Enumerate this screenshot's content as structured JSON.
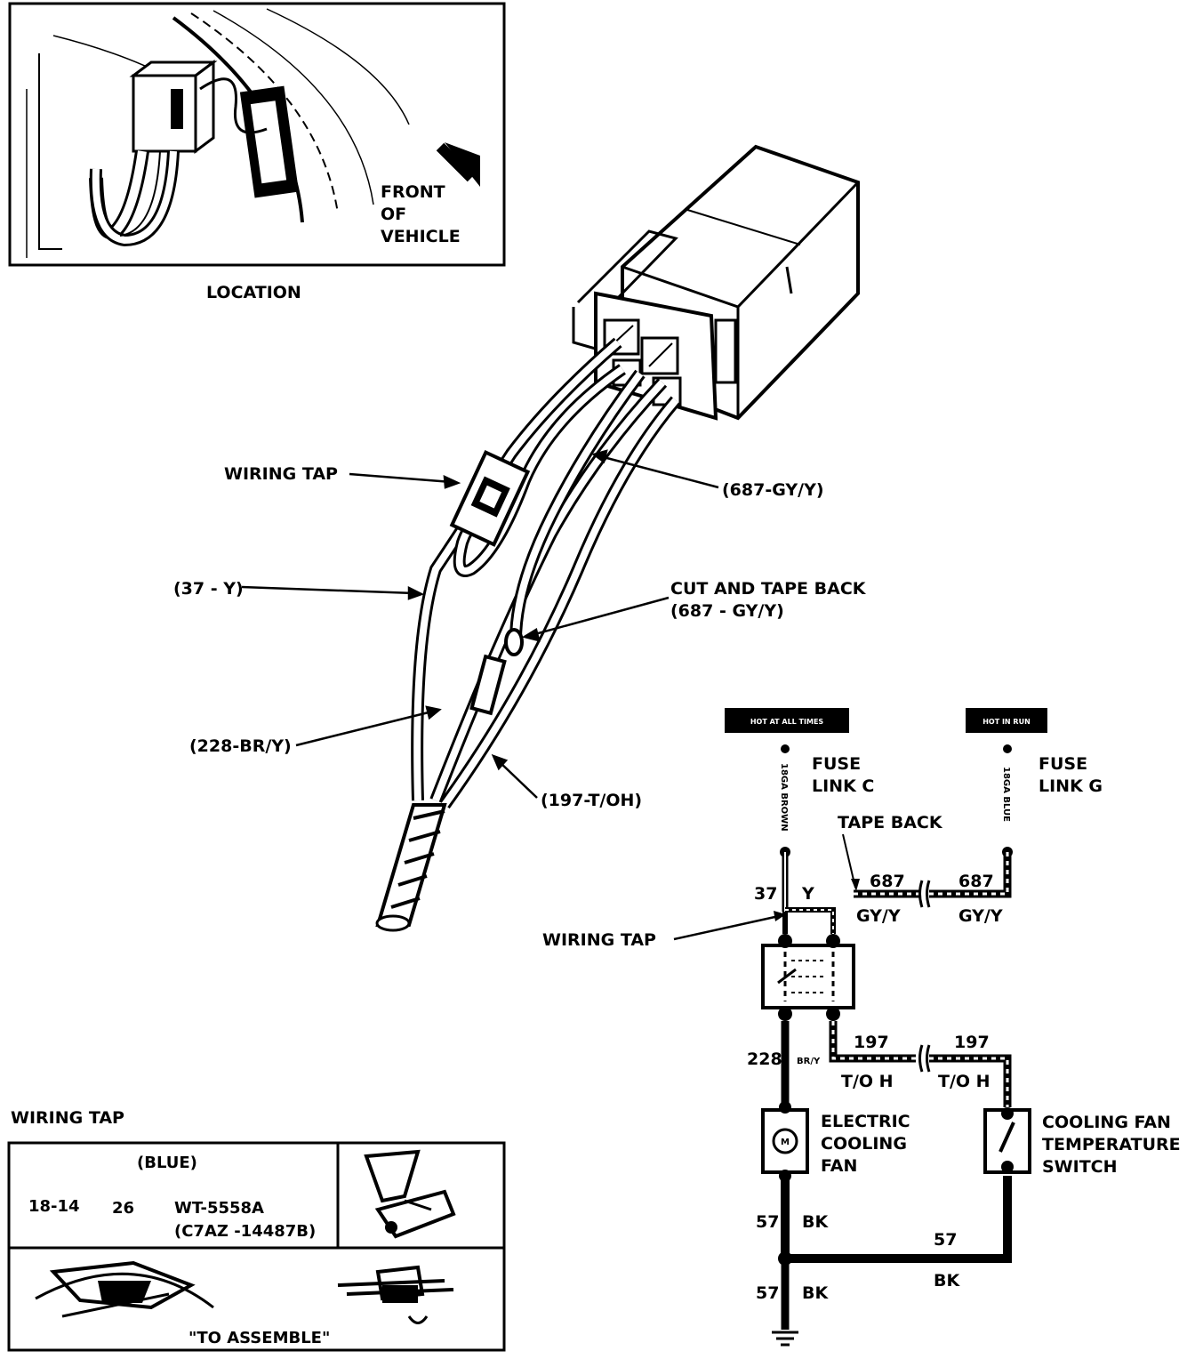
{
  "location_inset": {
    "front_label_1": "FRONT",
    "front_label_2": "OF",
    "front_label_3": "VEHICLE",
    "caption": "LOCATION"
  },
  "callouts": {
    "wiring_tap": "WIRING TAP",
    "wire_687_top": "(687-GY/Y)",
    "wire_37": "(37 - Y)",
    "cut_tape_1": "CUT AND TAPE BACK",
    "cut_tape_2": "(687 - GY/Y)",
    "wire_228": "(228-BR/Y)",
    "wire_197": "(197-T/OH)"
  },
  "schematic": {
    "tag_left": "HOT AT ALL TIMES",
    "tag_right": "HOT IN RUN",
    "fuse_c_1": "FUSE",
    "fuse_c_2": "LINK C",
    "fuse_g_1": "FUSE",
    "fuse_g_2": "LINK G",
    "wire_left_vertical": "18GA BROWN",
    "wire_right_vertical": "18GA BLUE",
    "tape_back": "TAPE BACK",
    "circuit_687_a": "687",
    "circuit_687_b": "687",
    "color_gyy_a": "GY/Y",
    "color_gyy_b": "GY/Y",
    "circuit_37": "37",
    "color_y": "Y",
    "wiring_tap": "WIRING TAP",
    "circuit_228": "228",
    "color_bry": "BR/Y",
    "circuit_197_a": "197",
    "circuit_197_b": "197",
    "color_toh_a": "T/O  H",
    "color_toh_b": "T/O  H",
    "fan_1": "ELECTRIC",
    "fan_2": "COOLING",
    "fan_3": "FAN",
    "fan_symbol": "M",
    "switch_1": "COOLING FAN",
    "switch_2": "TEMPERATURE",
    "switch_3": "SWITCH",
    "circuit_57_a": "57",
    "color_bk_a": "BK",
    "circuit_57_b": "57",
    "color_bk_b": "BK",
    "circuit_57_c": "57",
    "color_bk_c": "BK"
  },
  "tap_table": {
    "heading": "WIRING TAP",
    "color": "(BLUE)",
    "gauge": "18-14",
    "qty": "26",
    "part": "WT-5558A",
    "part_alt": "(C7AZ -14487B)",
    "assemble": "\"TO ASSEMBLE\""
  }
}
